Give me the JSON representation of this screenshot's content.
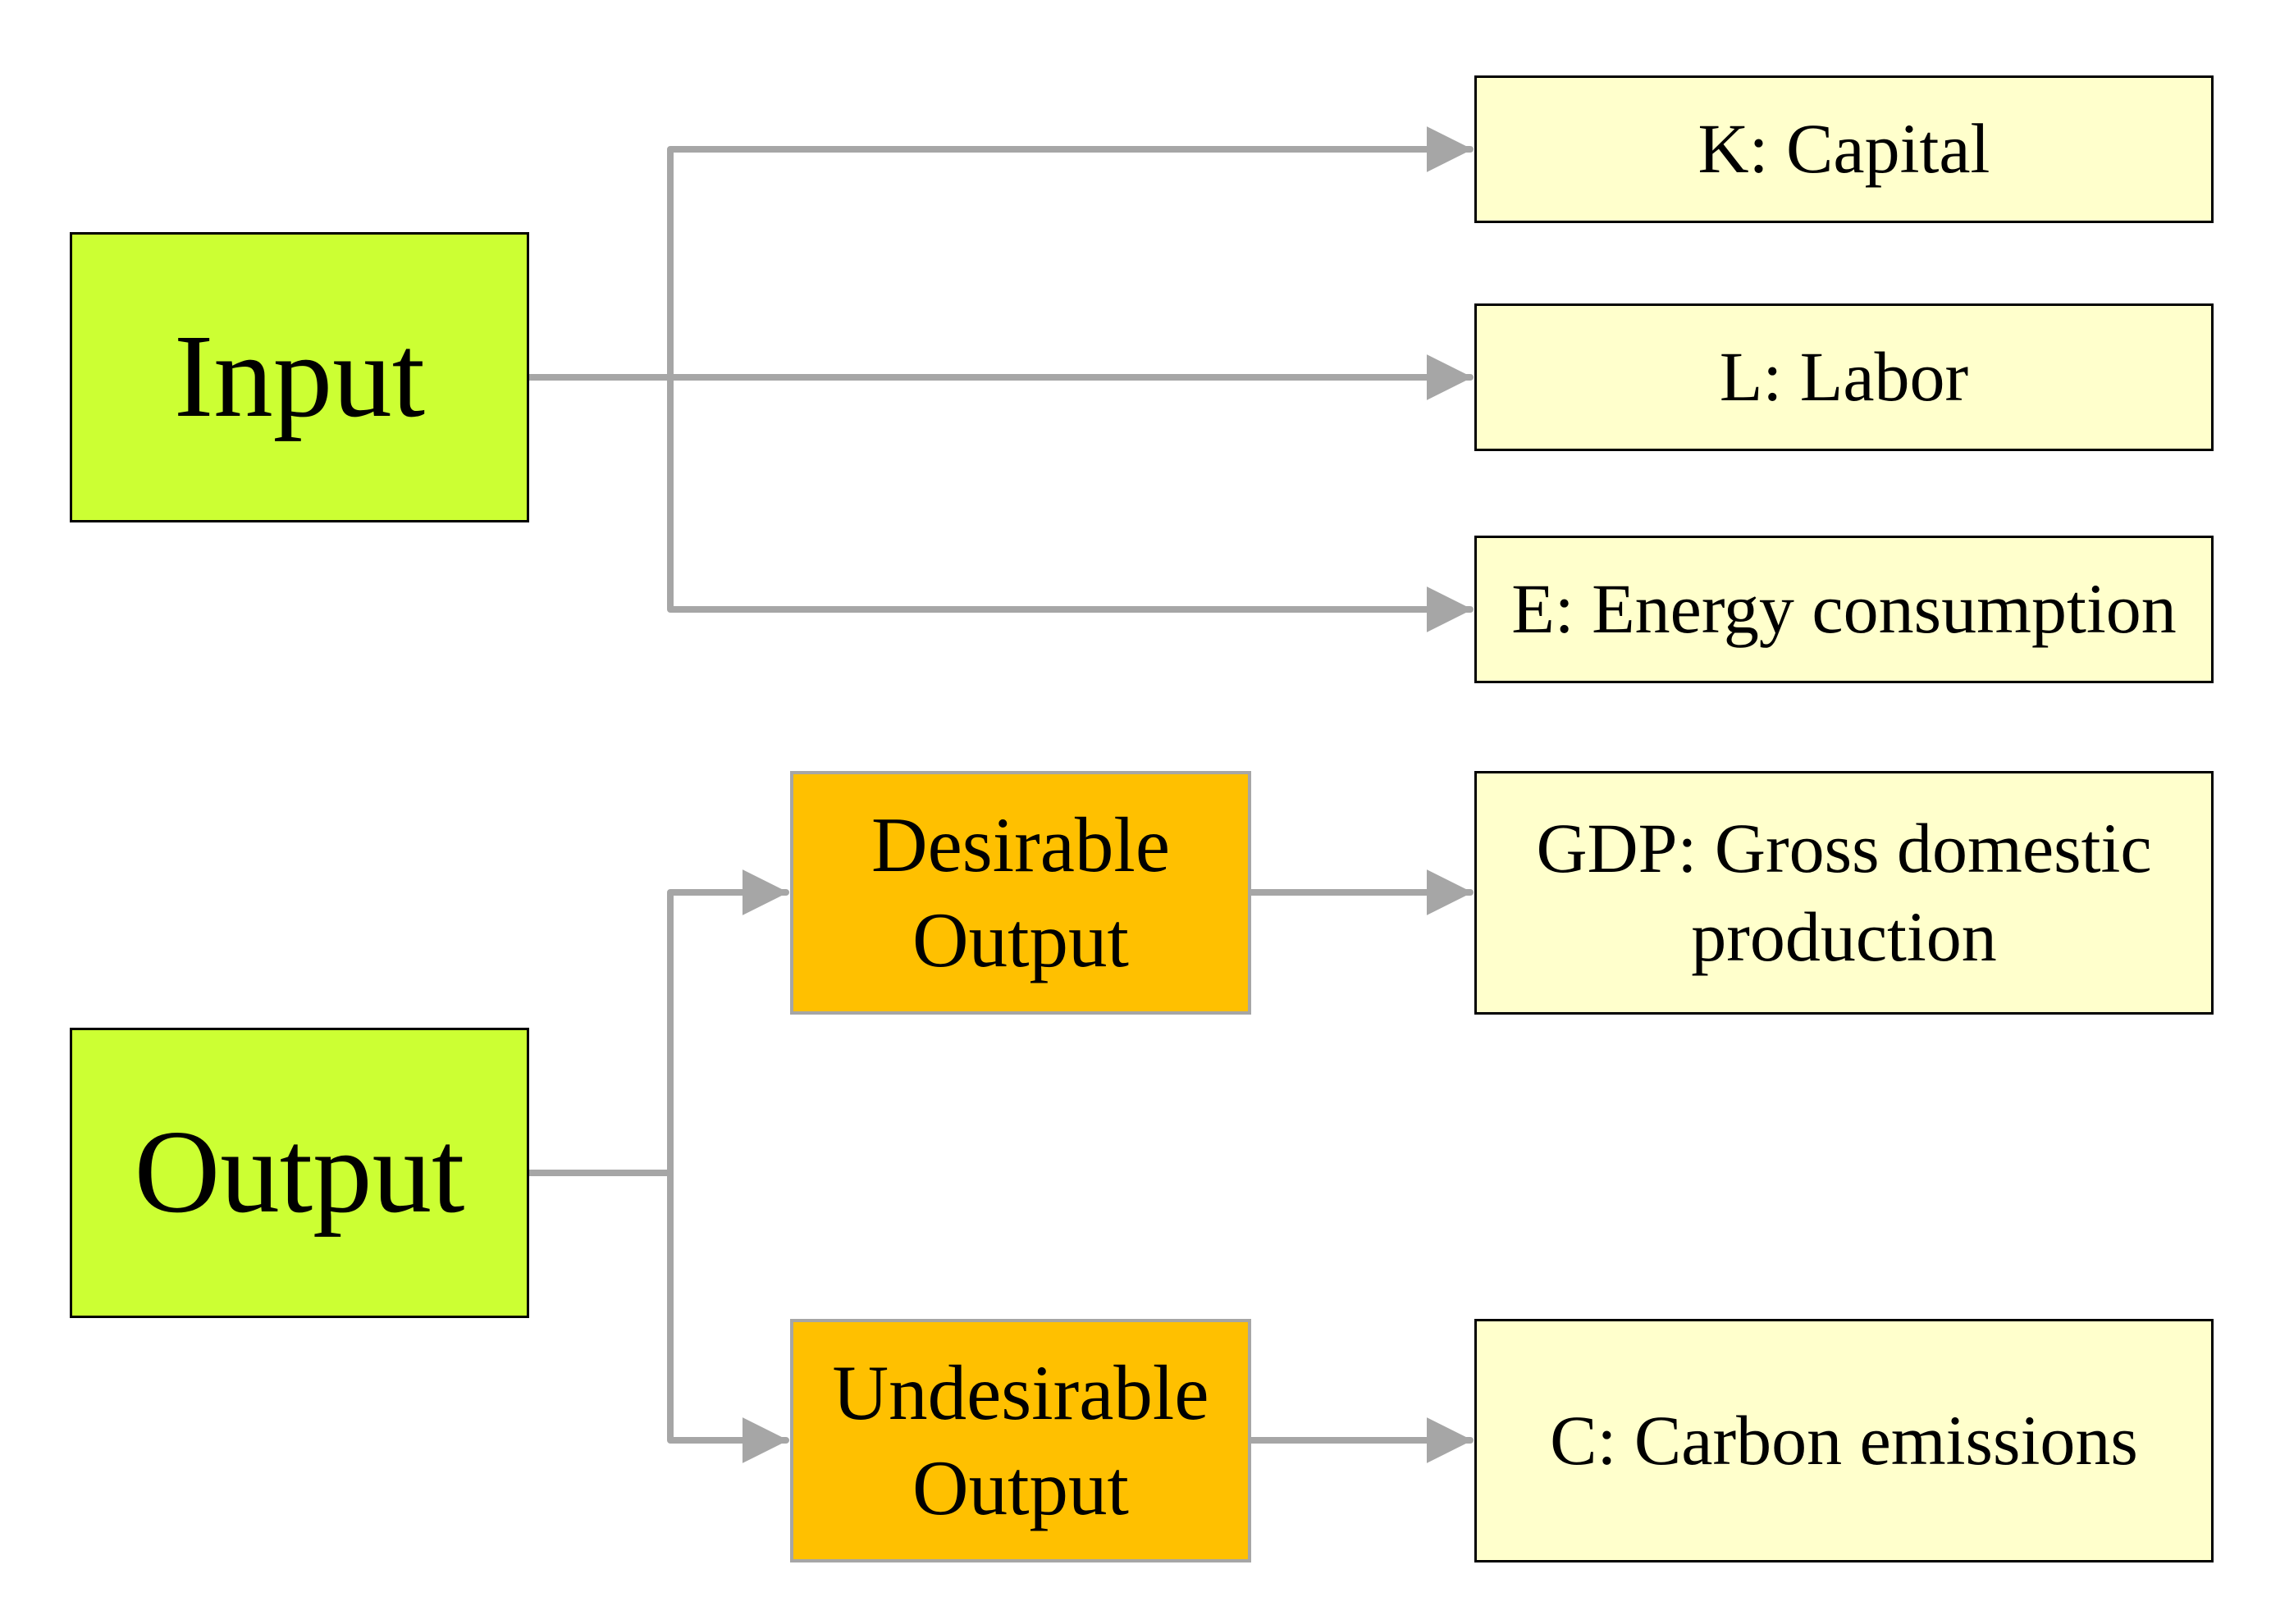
{
  "nodes": {
    "input": {
      "label": "Input"
    },
    "output": {
      "label": "Output"
    },
    "capital": {
      "label": "K: Capital"
    },
    "labor": {
      "label": "L: Labor"
    },
    "energy": {
      "label": "E: Energy consumption"
    },
    "desirable": {
      "label": "Desirable Output",
      "lines": [
        "Desirable",
        "Output"
      ]
    },
    "undesirable": {
      "label": "Undesirable Output",
      "lines": [
        "Undesirable",
        "Output"
      ]
    },
    "gdp": {
      "label": "GDP: Gross domestic production",
      "lines": [
        "GDP: Gross domestic",
        "production"
      ]
    },
    "carbon": {
      "label": "C: Carbon emissions"
    }
  },
  "colors": {
    "node_green": "#CCFF33",
    "node_pale_yellow": "#FFFFCC",
    "node_orange": "#FFC000",
    "arrow_gray": "#A6A6A6",
    "border_black": "#000000"
  }
}
